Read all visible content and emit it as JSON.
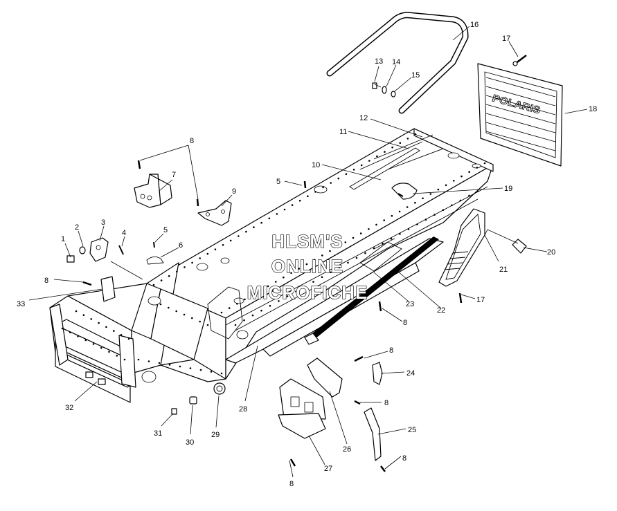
{
  "watermark": {
    "line1": "HLSM'S",
    "line2": "ONLINE",
    "line3": "MICROFICHE"
  },
  "grille_lettering": "POLARIS",
  "callouts": [
    {
      "id": "c1",
      "text": "1"
    },
    {
      "id": "c2",
      "text": "2"
    },
    {
      "id": "c3",
      "text": "3"
    },
    {
      "id": "c4",
      "text": "4"
    },
    {
      "id": "c5a",
      "text": "5"
    },
    {
      "id": "c5b",
      "text": "5"
    },
    {
      "id": "c6",
      "text": "6"
    },
    {
      "id": "c7",
      "text": "7"
    },
    {
      "id": "c8a",
      "text": "8"
    },
    {
      "id": "c8b",
      "text": "8"
    },
    {
      "id": "c8c",
      "text": "8"
    },
    {
      "id": "c8d",
      "text": "8"
    },
    {
      "id": "c8e",
      "text": "8"
    },
    {
      "id": "c8f",
      "text": "8"
    },
    {
      "id": "c8g",
      "text": "8"
    },
    {
      "id": "c9",
      "text": "9"
    },
    {
      "id": "c10",
      "text": "10"
    },
    {
      "id": "c11",
      "text": "11"
    },
    {
      "id": "c12",
      "text": "12"
    },
    {
      "id": "c13",
      "text": "13"
    },
    {
      "id": "c14",
      "text": "14"
    },
    {
      "id": "c15",
      "text": "15"
    },
    {
      "id": "c16",
      "text": "16"
    },
    {
      "id": "c17a",
      "text": "17"
    },
    {
      "id": "c17b",
      "text": "17"
    },
    {
      "id": "c18",
      "text": "18"
    },
    {
      "id": "c19",
      "text": "19"
    },
    {
      "id": "c20",
      "text": "20"
    },
    {
      "id": "c21",
      "text": "21"
    },
    {
      "id": "c22",
      "text": "22"
    },
    {
      "id": "c23",
      "text": "23"
    },
    {
      "id": "c24",
      "text": "24"
    },
    {
      "id": "c25",
      "text": "25"
    },
    {
      "id": "c26",
      "text": "26"
    },
    {
      "id": "c27",
      "text": "27"
    },
    {
      "id": "c28",
      "text": "28"
    },
    {
      "id": "c29",
      "text": "29"
    },
    {
      "id": "c30",
      "text": "30"
    },
    {
      "id": "c31",
      "text": "31"
    },
    {
      "id": "c32",
      "text": "32"
    },
    {
      "id": "c33",
      "text": "33"
    }
  ]
}
